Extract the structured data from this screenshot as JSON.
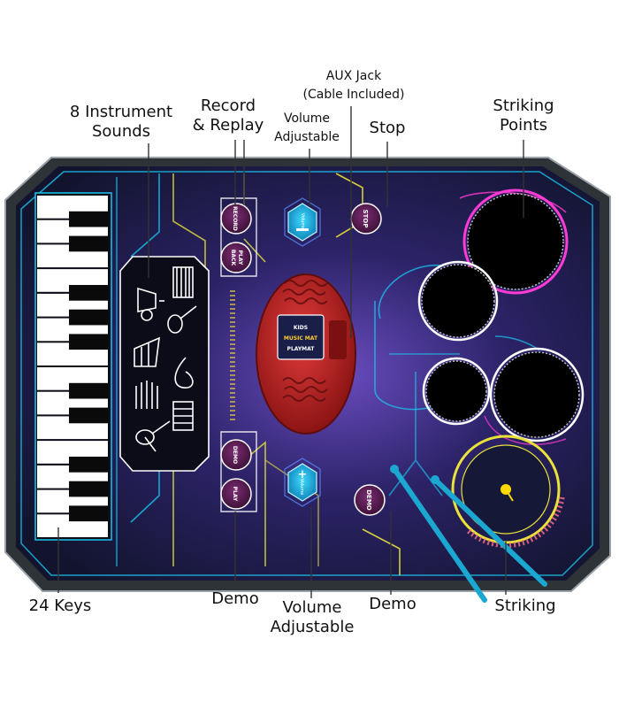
{
  "labels": {
    "instrument_sounds": [
      "8 Instrument",
      "Sounds"
    ],
    "record_replay": [
      "Record",
      "& Replay"
    ],
    "aux_jack": [
      "AUX Jack",
      "(Cable Included)"
    ],
    "volume_top": [
      "Volume",
      "Adjustable"
    ],
    "stop": "Stop",
    "striking_points": [
      "Striking",
      "Points"
    ],
    "keys": "24 Keys",
    "demo_left": "Demo",
    "volume_bottom": [
      "Volume",
      "Adjustable"
    ],
    "demo_right": "Demo",
    "striking": "Striking"
  },
  "mat_buttons": {
    "record": "RECORD",
    "play_back": [
      "PLAY",
      "BACK"
    ],
    "demo": "DEMO",
    "play": "PLAY",
    "volume_minus": "Volume",
    "volume_plus": "Volume",
    "stop": "STOP",
    "drum_demo": "DEMO",
    "speaker_logo": [
      "KIDS",
      "MUSIC MAT",
      "PLAYMAT"
    ]
  },
  "colors": {
    "mat_dark": "#151836",
    "mat_mid": "#3b2e7a",
    "neon_cyan": "#19c6f0",
    "neon_yellow": "#e8e23a",
    "neon_pink": "#ff3bd5",
    "speaker_red": "#b51f1f",
    "button_purple": "#5a1f54",
    "drum_stick": "#1ba7cf"
  }
}
